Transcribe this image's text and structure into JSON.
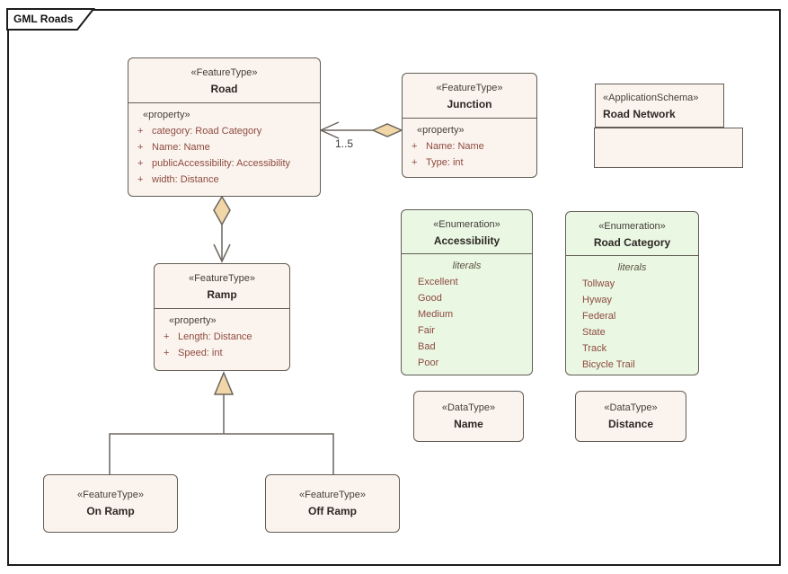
{
  "frame": {
    "title": "GML Roads"
  },
  "colors": {
    "box_fill": "#fbf4ee",
    "enum_fill": "#e9f7e3",
    "diamond_fill": "#f1d7a7",
    "line_gray": "#6b655e",
    "attribute_text": "#8e4a3f",
    "frame_border": "#1c1c1c"
  },
  "classes": {
    "road": {
      "stereotype": "«FeatureType»",
      "name": "Road",
      "property_label": "«property»",
      "attributes": [
        {
          "vis": "+",
          "text": "category: Road Category"
        },
        {
          "vis": "+",
          "text": "Name: Name"
        },
        {
          "vis": "+",
          "text": "publicAccessibility: Accessibility"
        },
        {
          "vis": "+",
          "text": "width: Distance"
        }
      ]
    },
    "junction": {
      "stereotype": "«FeatureType»",
      "name": "Junction",
      "property_label": "«property»",
      "attributes": [
        {
          "vis": "+",
          "text": "Name: Name"
        },
        {
          "vis": "+",
          "text": "Type: int"
        }
      ]
    },
    "ramp": {
      "stereotype": "«FeatureType»",
      "name": "Ramp",
      "property_label": "«property»",
      "attributes": [
        {
          "vis": "+",
          "text": "Length: Distance"
        },
        {
          "vis": "+",
          "text": "Speed: int"
        }
      ]
    },
    "on_ramp": {
      "stereotype": "«FeatureType»",
      "name": "On Ramp"
    },
    "off_ramp": {
      "stereotype": "«FeatureType»",
      "name": "Off Ramp"
    },
    "name_datatype": {
      "stereotype": "«DataType»",
      "name": "Name"
    },
    "distance_datatype": {
      "stereotype": "«DataType»",
      "name": "Distance"
    }
  },
  "enumerations": {
    "accessibility": {
      "stereotype": "«Enumeration»",
      "name": "Accessibility",
      "literals_label": "literals",
      "literals": [
        "Excellent",
        "Good",
        "Medium",
        "Fair",
        "Bad",
        "Poor"
      ]
    },
    "road_category": {
      "stereotype": "«Enumeration»",
      "name": "Road Category",
      "literals_label": "literals",
      "literals": [
        "Tollway",
        "Hyway",
        "Federal",
        "State",
        "Track",
        "Bicycle Trail"
      ]
    }
  },
  "package": {
    "stereotype": "«ApplicationSchema»",
    "name": "Road Network"
  },
  "connectors": {
    "junction_road_multiplicity": "1..5"
  }
}
